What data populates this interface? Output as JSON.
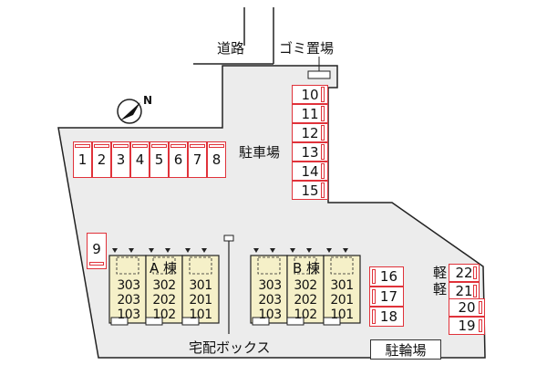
{
  "labels": {
    "road": "道路",
    "garbage": "ゴミ置場",
    "parking": "駐車場",
    "delivery_box": "宅配ボックス",
    "bicycle_parking": "駐輪場",
    "light_car_1": "軽",
    "light_car_2": "軽"
  },
  "compass": {
    "north_letter": "N"
  },
  "parking_top_row": [
    "1",
    "2",
    "3",
    "4",
    "5",
    "6",
    "7",
    "8"
  ],
  "parking_right_column": [
    "10",
    "11",
    "12",
    "13",
    "14",
    "15"
  ],
  "parking_left_single": [
    "9"
  ],
  "parking_middle_column": [
    "16",
    "17",
    "18"
  ],
  "parking_far_right": [
    "22",
    "21",
    "20",
    "19"
  ],
  "building_a": {
    "name": "A 棟",
    "columns": [
      [
        "303",
        "203",
        "103"
      ],
      [
        "302",
        "202",
        "102"
      ],
      [
        "301",
        "201",
        "101"
      ]
    ]
  },
  "building_b": {
    "name": "B 棟",
    "columns": [
      [
        "303",
        "203",
        "103"
      ],
      [
        "302",
        "202",
        "102"
      ],
      [
        "301",
        "201",
        "101"
      ]
    ]
  },
  "colors": {
    "lot_fill": "#ececec",
    "lot_border": "#222222",
    "stall_border": "#e0323a",
    "building_fill": "#f5f0c8",
    "building_border": "#222222"
  }
}
